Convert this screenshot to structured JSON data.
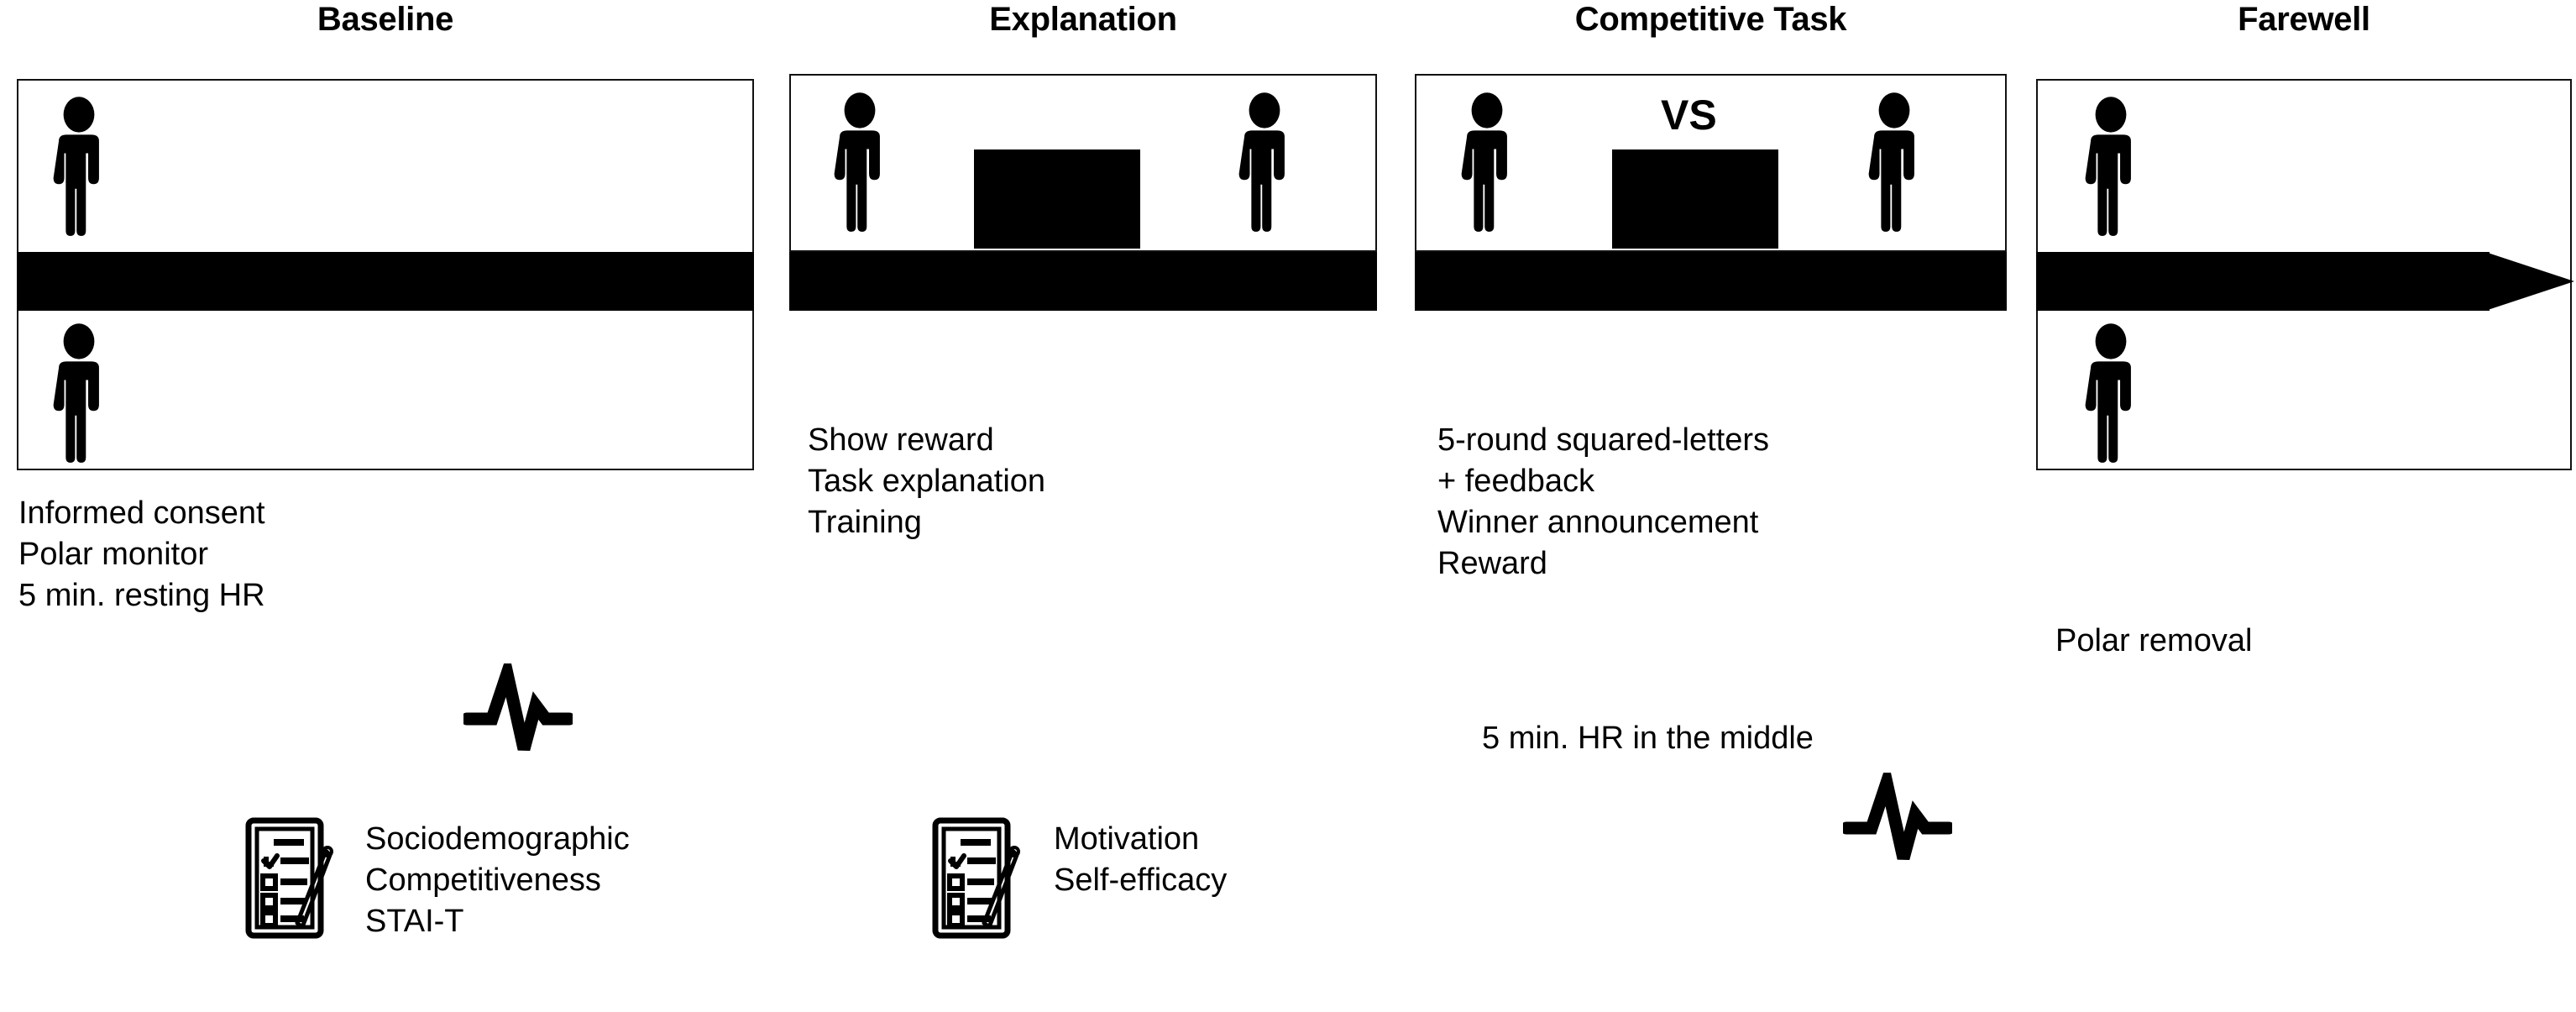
{
  "figure": {
    "type": "experimental-protocol-timeline",
    "orientation": "left-to-right",
    "arrow_label": "timeline-arrow"
  },
  "phases": [
    {
      "id": "baseline",
      "title": "Baseline",
      "people_count": 2,
      "has_screen": false,
      "vs_label": "",
      "notes": [
        "Informed consent",
        "Polar monitor",
        "5 min. resting HR"
      ],
      "has_ecg": true,
      "questionnaire": {
        "icon": "clipboard-icon",
        "items": [
          "Sociodemographic",
          "Competitiveness",
          "STAI-T"
        ]
      }
    },
    {
      "id": "explanation",
      "title": "Explanation",
      "people_count": 2,
      "has_screen": true,
      "vs_label": "",
      "notes": [
        "Show reward",
        "Task explanation",
        "Training"
      ],
      "has_ecg": false,
      "questionnaire": {
        "icon": "clipboard-icon",
        "items": [
          "Motivation",
          "Self-efficacy"
        ]
      }
    },
    {
      "id": "competitive-task",
      "title": "Competitive Task",
      "people_count": 2,
      "has_screen": true,
      "vs_label": "VS",
      "notes": [
        "5-round squared-letters",
        "+ feedback",
        "Winner announcement",
        "Reward"
      ],
      "has_ecg": true,
      "hr_note": "5 min. HR in the middle",
      "questionnaire": null
    },
    {
      "id": "farewell",
      "title": "Farewell",
      "people_count": 2,
      "has_screen": false,
      "vs_label": "",
      "notes": [
        "Polar removal"
      ],
      "has_ecg": false,
      "questionnaire": null
    }
  ],
  "icons": {
    "person": "person-icon",
    "ecg": "ecg-heartbeat-icon",
    "clipboard": "clipboard-checklist-icon",
    "screen": "black-screen-icon",
    "arrow": "right-arrow-icon"
  },
  "colors": {
    "ink": "#000000",
    "background": "#ffffff",
    "border": "#111111"
  }
}
